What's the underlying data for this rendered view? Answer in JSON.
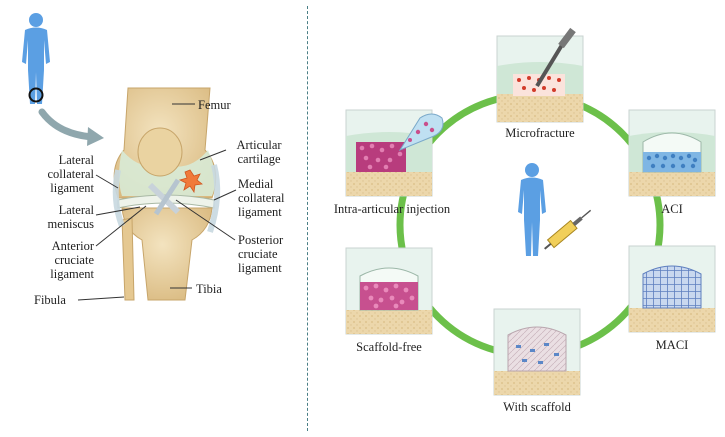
{
  "knee_labels": {
    "femur": "Femur",
    "articular_cartilage": [
      "Articular",
      "cartilage"
    ],
    "lateral_collateral_ligament": [
      "Lateral",
      "collateral",
      "ligament"
    ],
    "medial_collateral_ligament": [
      "Medial",
      "collateral",
      "ligament"
    ],
    "lateral_meniscus": [
      "Lateral",
      "meniscus"
    ],
    "posterior_cruciate_ligament": [
      "Posterior",
      "cruciate",
      "ligament"
    ],
    "anterior_cruciate_ligament": [
      "Anterior",
      "cruciate",
      "ligament"
    ],
    "tibia": "Tibia",
    "fibula": "Fibula"
  },
  "treatments": {
    "microfracture": "Microfracture",
    "aci": "ACI",
    "maci": "MACI",
    "with_scaffold": "With scaffold",
    "scaffold_free": "Scaffold-free",
    "intra_articular_injection": "Intra-articular injection"
  },
  "colors": {
    "ring": "#6cc04a",
    "figure": "#5b9fe3",
    "bone": "#e9d3a6",
    "cartilage": "#cfe7d6",
    "cell": "#b5377a",
    "divider": "#4a7f86"
  },
  "icons": [
    "human-figure-icon",
    "syringe-icon",
    "pipette-icon",
    "needle-icon",
    "curved-arrow-icon",
    "magnifier-circle-icon"
  ]
}
